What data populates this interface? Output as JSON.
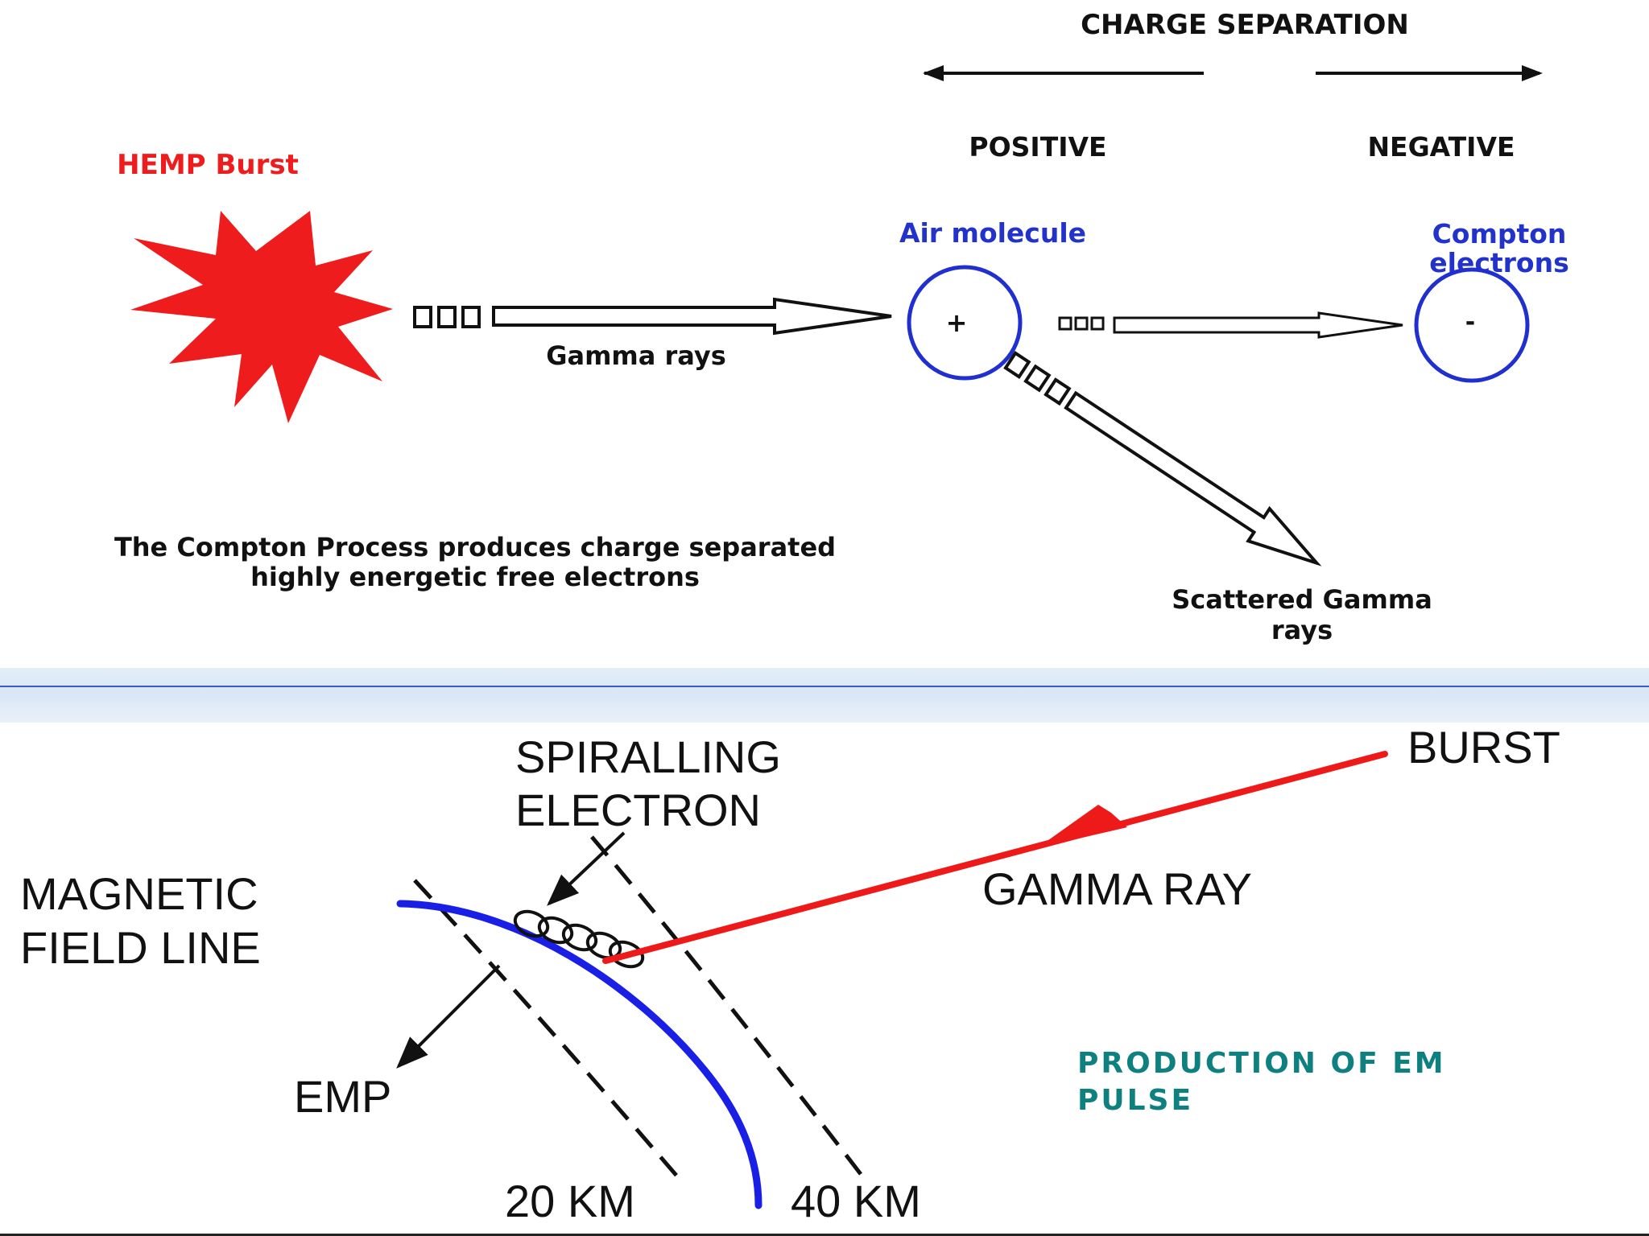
{
  "top": {
    "charge_separation": "CHARGE SEPARATION",
    "positive": "POSITIVE",
    "negative": "NEGATIVE",
    "hemp_burst": "HEMP Burst",
    "air_molecule": "Air molecule",
    "compton_line1": "Compton",
    "compton_line2": "electrons",
    "plus_sign": "+",
    "minus_sign": "-",
    "gamma_rays": "Gamma rays",
    "caption_line1": "The Compton Process produces charge separated",
    "caption_line2": "highly energetic free electrons",
    "scattered_line1": "Scattered Gamma",
    "scattered_line2": "rays"
  },
  "bottom": {
    "spiralling_line1": "SPIRALLING",
    "spiralling_line2": "ELECTRON",
    "burst": "BURST",
    "magnetic_line1": "MAGNETIC",
    "magnetic_line2": "FIELD LINE",
    "gamma_ray": "GAMMA RAY",
    "emp": "EMP",
    "production_line1": "PRODUCTION OF EM",
    "production_line2": "PULSE",
    "km20": "20 KM",
    "km40": "40 KM"
  },
  "colors": {
    "burst_red": "#ee1c1c",
    "molecule_blue": "#1f2fd0",
    "label_blue": "#2233cc",
    "field_line_blue": "#1a1fe6",
    "gamma_ray_red": "#ee1a1a",
    "teal": "#0e8080",
    "ink": "#111111"
  }
}
